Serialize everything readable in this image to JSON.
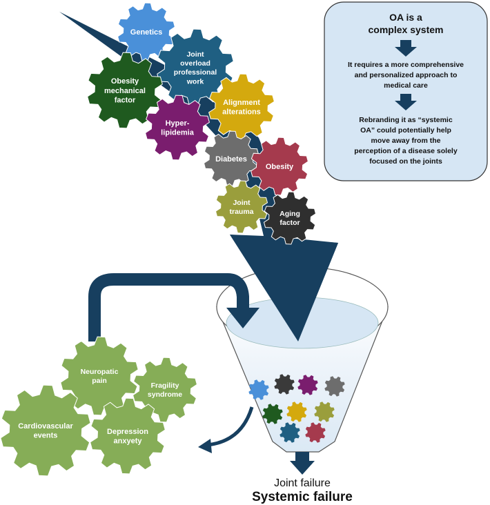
{
  "info_box": {
    "heading": [
      "OA is a",
      "complex system"
    ],
    "step1": [
      "It requires a more comprehensive",
      "and personalized approach to",
      "medical care"
    ],
    "step2": [
      "Rebranding it as “systemic",
      "OA” could potentially help",
      "move away from the",
      "perception of a disease solely",
      "focused on the joints"
    ]
  },
  "input_gears": [
    {
      "id": "genetics",
      "lines": [
        "Genetics"
      ],
      "color": "#4a90d9"
    },
    {
      "id": "joint-overload",
      "lines": [
        "Joint",
        "overload",
        "professional",
        "work"
      ],
      "color": "#1f5f82"
    },
    {
      "id": "obesity-mechanical",
      "lines": [
        "Obesity",
        "mechanical",
        "factor"
      ],
      "color": "#1f5a1f"
    },
    {
      "id": "alignment",
      "lines": [
        "Alignment",
        "alterations"
      ],
      "color": "#d4a90e"
    },
    {
      "id": "hyperlipidemia",
      "lines": [
        "Hyper-",
        "lipidemia"
      ],
      "color": "#7a1d6e"
    },
    {
      "id": "diabetes",
      "lines": [
        "Diabetes"
      ],
      "color": "#6d6d6d"
    },
    {
      "id": "obesity",
      "lines": [
        "Obesity"
      ],
      "color": "#a53a4d"
    },
    {
      "id": "joint-trauma",
      "lines": [
        "Joint",
        "trauma"
      ],
      "color": "#9a9e3c"
    },
    {
      "id": "aging",
      "lines": [
        "Aging",
        "factor"
      ],
      "color": "#2f2f2f"
    }
  ],
  "outcome_gears": [
    {
      "id": "neuropathic",
      "lines": [
        "Neuropatic",
        "pain"
      ],
      "color": "#86ad57"
    },
    {
      "id": "fragility",
      "lines": [
        "Fragility",
        "syndrome"
      ],
      "color": "#86ad57"
    },
    {
      "id": "cardiovascular",
      "lines": [
        "Cardiovascular",
        "events"
      ],
      "color": "#86ad57"
    },
    {
      "id": "depression",
      "lines": [
        "Depression",
        "anxyety"
      ],
      "color": "#86ad57"
    }
  ],
  "funnel_gear_colors": [
    "#4a90d9",
    "#3a3a3a",
    "#7a1d6e",
    "#6d6d6d",
    "#1f5a1f",
    "#d4a90e",
    "#9a9e3c",
    "#1f5f82",
    "#a53a4d"
  ],
  "outputs": {
    "joint_failure": "Joint failure",
    "systemic_failure": "Systemic failure"
  },
  "colors": {
    "arrow": "#173f5f",
    "box_fill": "#d6e6f4",
    "funnel_fill": "#dbe9f5"
  }
}
